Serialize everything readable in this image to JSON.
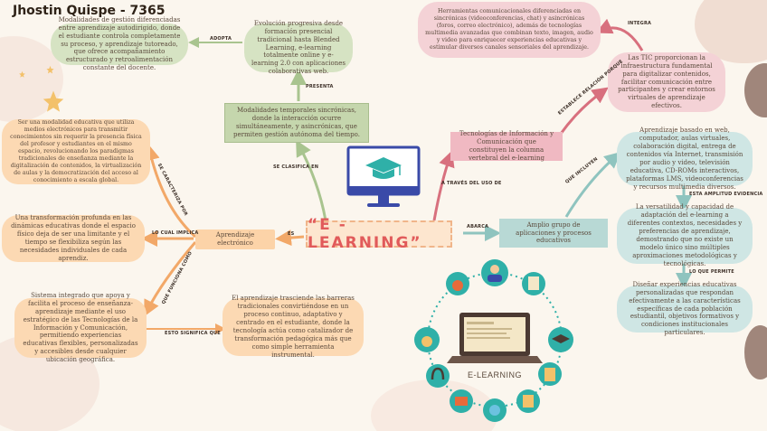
{
  "title": "Jhostin Quispe - 7365",
  "central": "“E - LEARNING”",
  "nodes": {
    "modalidades_gestion": "Modalidades de gestión diferenciadas entre aprendizaje autodirigido, donde el estudiante controla completamente su proceso, y aprendizaje tutoreado, que ofrece acompañamiento estructurado y retroalimentación constante del docente.",
    "evolucion": "Evolución progresiva desde formación presencial tradicional hasta Blended Learning, e-learning totalmente online y e-learning 2.0 con aplicaciones colaborativas web.",
    "modalidades_temporales": "Modalidades temporales sincrónicas, donde la interacción ocurre simultáneamente, y asincrónicas, que permiten gestión autónoma del tiempo.",
    "herramientas": "Herramientas comunicacionales diferenciadas en sincrónicas (videoconferencias, chat) y asincrónicas (foros, correo electrónico), además de tecnologías multimedia avanzadas que combinan texto, imagen, audio y video para enriquecer experiencias educativas y estimular diversos canales sensoriales del aprendizaje.",
    "tic_infra": "Las TIC proporcionan la infraestructura fundamental para digitalizar contenidos, facilitar comunicación entre participantes y crear entornos virtuales de aprendizaje efectivos.",
    "tecnologias": "Tecnologías de Información y Comunicación que constituyen la columna vertebral del e-learning",
    "modalidad_utiliza": "Ser una modalidad educativa que utiliza medios electrónicos para transmitir conocimientos sin requerir la presencia física del profesor y estudiantes en el mismo espacio, revolucionando los paradigmas tradicionales de enseñanza mediante la digitalización de contenidos, la virtualización de aulas y la democratización del acceso al conocimiento a escala global.",
    "transformacion": "Una transformación profunda en las dinámicas educativas donde el espacio físico deja de ser una limitante y el tiempo se flexibiliza según las necesidades individuales de cada aprendiz.",
    "aprendizaje": "Aprendizaje electrónico",
    "sistema": "Sistema integrado que apoya y facilita el proceso de enseñanza-aprendizaje mediante el uso estratégico de las Tecnologías de la Información y Comunicación, permitiendo experiencias educativas flexibles, personalizadas y accesibles desde cualquier ubicación geográfica.",
    "trasciende": "El aprendizaje trasciende las barreras tradicionales convirtiéndose en un proceso continuo, adaptativo y centrado en el estudiante, donde la tecnología actúa como catalizador de transformación pedagógica más que como simple herramienta instrumental.",
    "amplio_grupo": "Amplio grupo de aplicaciones y procesos educativos",
    "aprendizaje_web": "Aprendizaje basado en web, computador, aulas virtuales, colaboración digital, entrega de contenidos vía Internet, transmisión por audio y video, televisión educativa, CD-ROMs interactivos, plataformas LMS, videoconferencias y recursos multimedia diversos.",
    "versatilidad": "La versatilidad y capacidad de adaptación del e-learning a diferentes contextos, necesidades y preferencias de aprendizaje, demostrando que no existe un modelo único sino múltiples aproximaciones metodológicas y tecnológicas.",
    "disenar": "Diseñar experiencias educativas personalizadas que respondan efectivamente a las características específicas de cada población estudiantil, objetivos formativos y condiciones institucionales particulares."
  },
  "labels": {
    "adopta": "ADOPTA",
    "presenta": "PRESENTA",
    "se_clasifica": "SE CLASIFICA EN",
    "se_caracteriza": "SE CARACTERIZA POR",
    "lo_cual_implica": "LO CUAL IMPLICA",
    "es": "ES",
    "funciona_como": "QUE FUNCIONA COMO",
    "esto_significa": "ESTO SIGNIFICA QUE",
    "integra": "INTEGRA",
    "establece_relacion": "ESTABLECE RELACIÓN PORQUE",
    "a_traves": "A TRAVÉS DEL USO DE",
    "abarca": "ABARCA",
    "que_incluyen": "QUE INCLUYEN",
    "esta_amplitud": "ESTA AMPLITUD EVIDENCIA",
    "lo_que_permite": "LO QUE PERMITE"
  },
  "illustration_caption": "E-LEARNING",
  "colors": {
    "green": "#d6e3c3",
    "peach": "#fcd9b3",
    "pink": "#f4d2d6",
    "teal": "#cfe6e4",
    "central_text": "#e15a5a",
    "green_arrow": "#a9c48f",
    "peach_arrow": "#f2a868",
    "pink_arrow": "#d8707e",
    "teal_arrow": "#8fc4bf"
  }
}
